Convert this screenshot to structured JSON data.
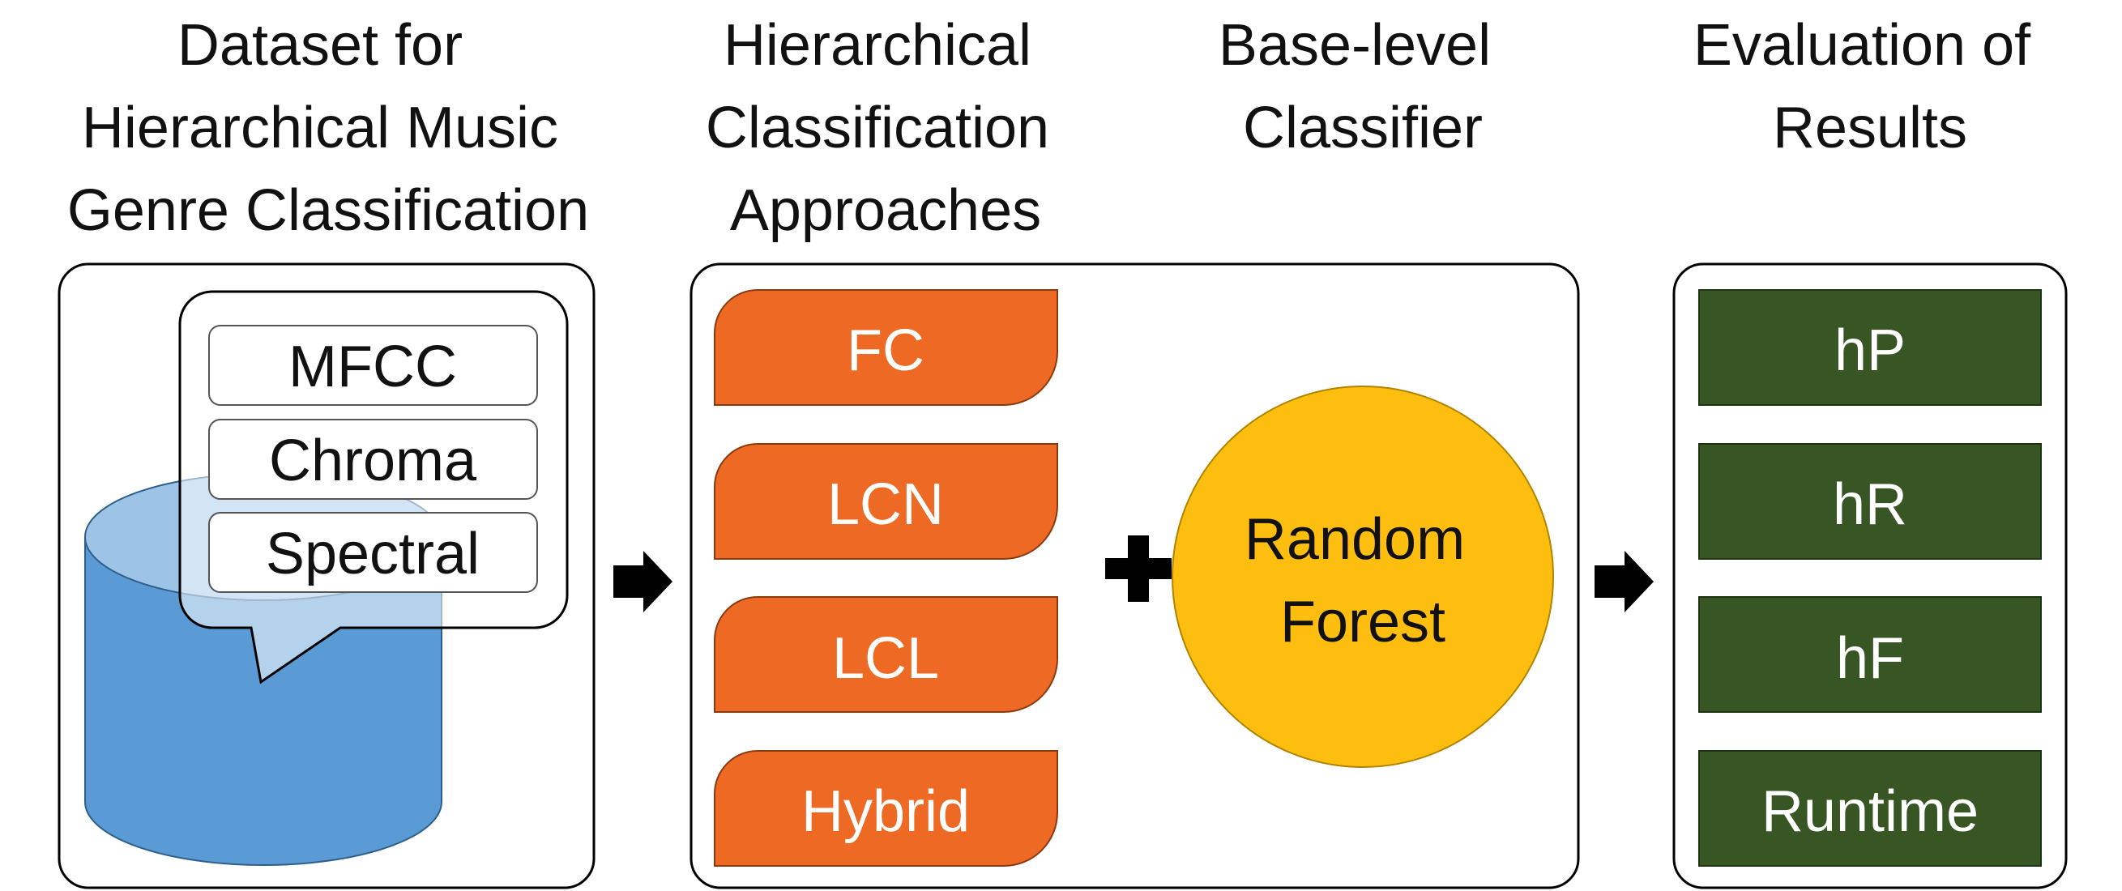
{
  "headers": {
    "dataset": [
      "Dataset for",
      "Hierarchical Music",
      "Genre Classification"
    ],
    "approaches": [
      "Hierarchical",
      "Classification",
      "Approaches"
    ],
    "base": [
      "Base-level",
      "Classifier"
    ],
    "evaluation": [
      "Evaluation of",
      "Results"
    ]
  },
  "features": [
    "MFCC",
    "Chroma",
    "Spectral"
  ],
  "approaches": [
    "FC",
    "LCN",
    "LCL",
    "Hybrid"
  ],
  "classifier": [
    "Random",
    "Forest"
  ],
  "metrics": [
    "hP",
    "hR",
    "hF",
    "Runtime"
  ],
  "colors": {
    "approach_fill": "#EE6A24",
    "classifier_fill": "#FDBE10",
    "metric_fill": "#375623",
    "cylinder_body": "#5B9BD5",
    "cylinder_top": "#9DC3E6"
  }
}
